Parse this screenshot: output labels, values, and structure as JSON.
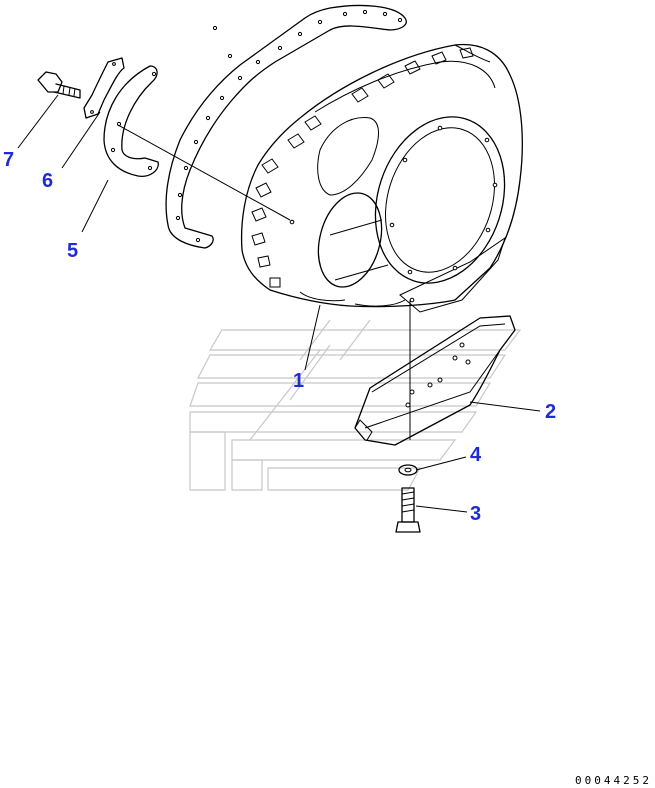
{
  "callouts": {
    "c1": "1",
    "c2": "2",
    "c3": "3",
    "c4": "4",
    "c5": "5",
    "c6": "6",
    "c7": "7"
  },
  "drawing_number": "00044252",
  "colors": {
    "callout": "#1f2bd6",
    "line": "#000000",
    "watermark": "#c8c8c8"
  }
}
